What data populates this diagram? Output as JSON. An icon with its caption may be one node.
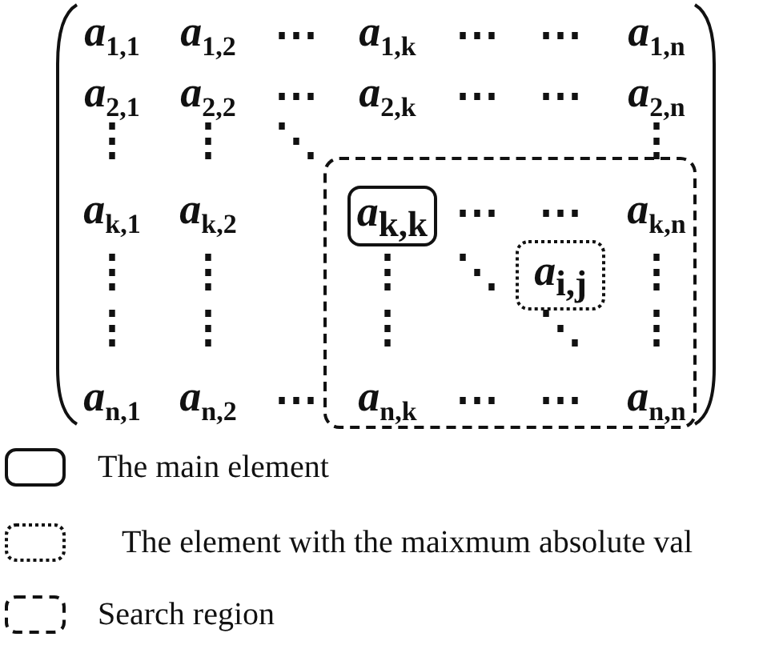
{
  "diagram": {
    "nodes": [
      {
        "text": [],
        "shape": "box"
      },
      {
        "text": [
          "*a*$_{k,k}$"
        ],
        "in": 0
      },
      {
        "text": [
          "*a*$_{i,j}$"
        ],
        "in": 0
      }
    ],
    "labels": [
      "*a*$_{1,1}$",
      "*a*$_{1,2}$",
      "⋯",
      "*a*$_{1,k}$",
      "⋯",
      "⋯",
      "*a*$_{1,n}$",
      "*a*$_{2,1}$",
      "*a*$_{2,2}$",
      "⋯",
      "*a*$_{2,k}$",
      "⋯",
      "⋯",
      "*a*$_{2,n}$",
      "⋮",
      "⋮",
      "⋱",
      "⋮",
      "*a*$_{k,1}$",
      "*a*$_{k,2}$",
      "⋯",
      "⋯",
      "*a*$_{k,n}$",
      "⋮",
      "⋮",
      "⋮",
      "⋱",
      "⋮",
      "⋮",
      "⋮",
      "⋮",
      "⋱",
      "⋮",
      "*a*$_{n,1}$",
      "*a*$_{n,2}$",
      "⋯",
      "*a*$_{n,k}$",
      "⋯",
      "⋯",
      "*a*$_{n,n}$"
    ],
    "legend": [
      {
        "text": "The main element"
      },
      {
        "text": "The element with the maixmum absolute val"
      },
      {
        "text": "Search region"
      }
    ]
  }
}
